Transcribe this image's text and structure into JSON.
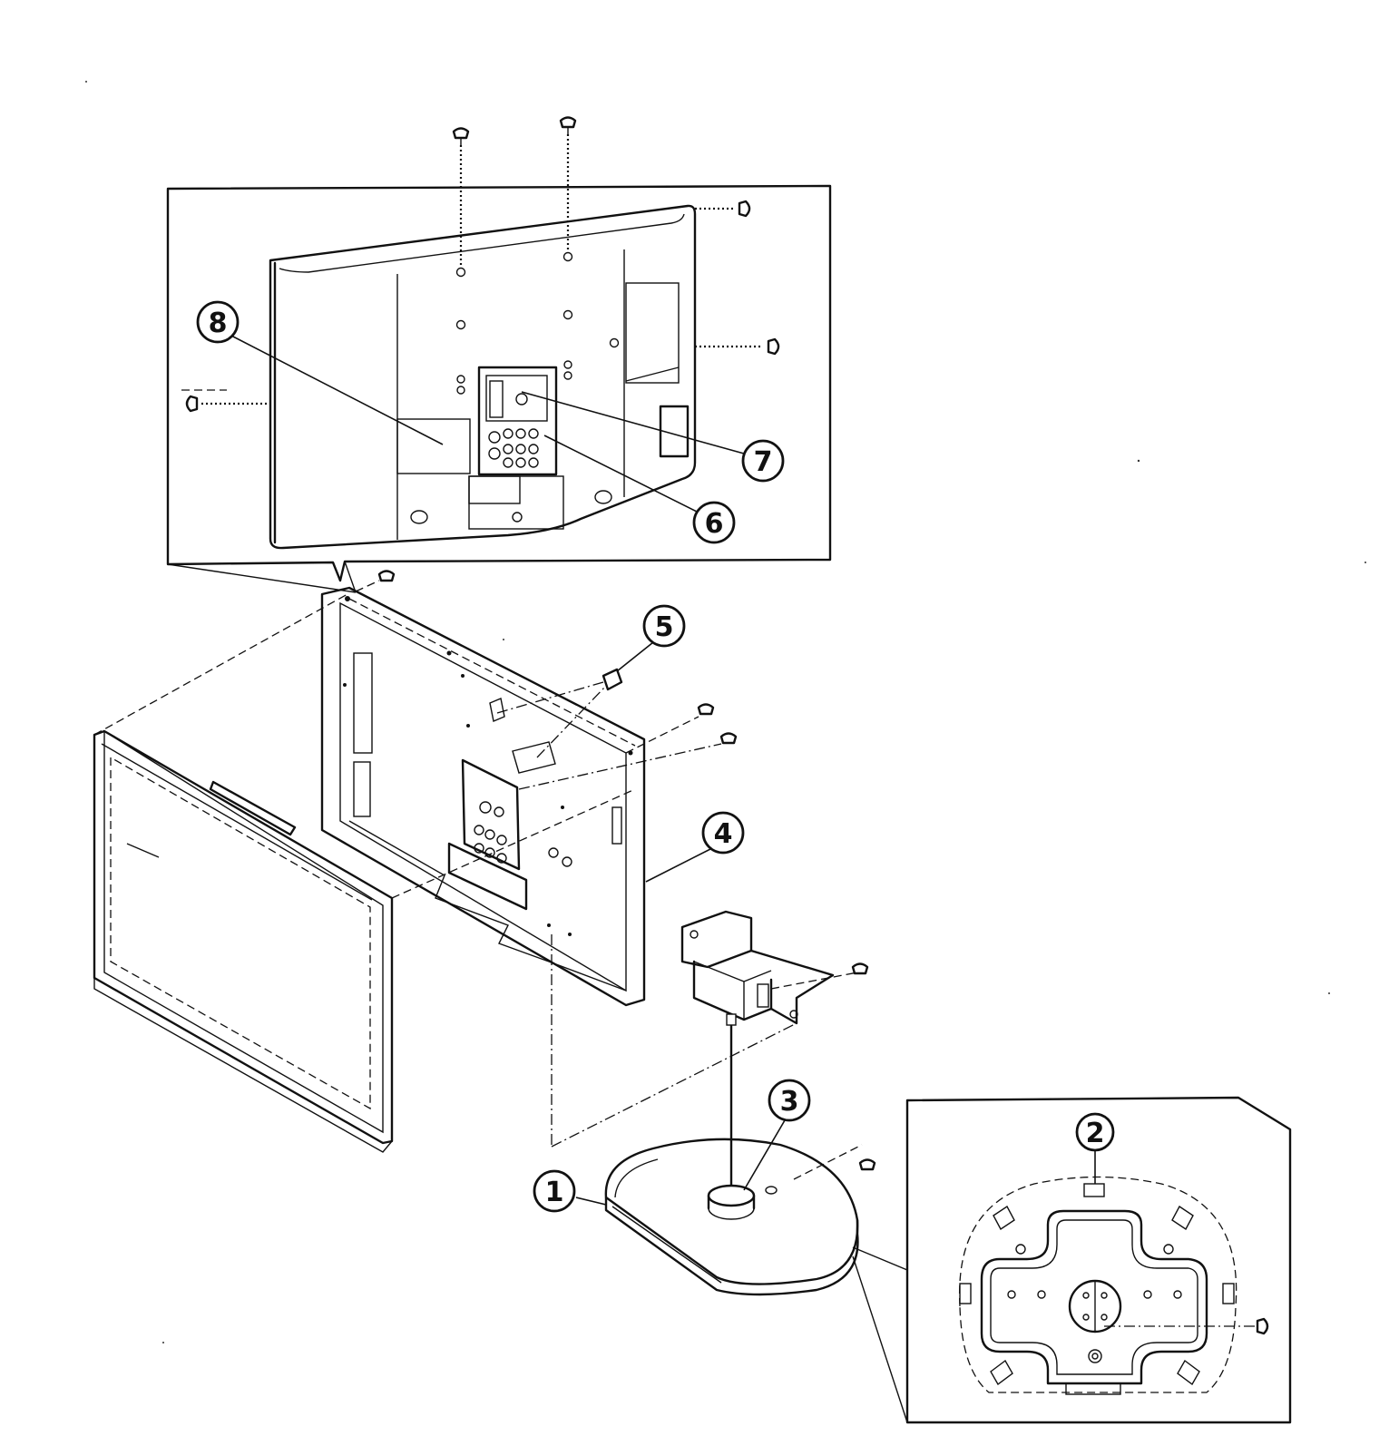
{
  "callouts": [
    {
      "id": "1",
      "label": "1"
    },
    {
      "id": "2",
      "label": "2"
    },
    {
      "id": "3",
      "label": "3"
    },
    {
      "id": "4",
      "label": "4"
    },
    {
      "id": "5",
      "label": "5"
    },
    {
      "id": "6",
      "label": "6"
    },
    {
      "id": "7",
      "label": "7"
    },
    {
      "id": "8",
      "label": "8"
    }
  ],
  "icons": {
    "screw": "screw-icon"
  },
  "colors": {
    "ink": "#111111",
    "paper": "#ffffff"
  }
}
